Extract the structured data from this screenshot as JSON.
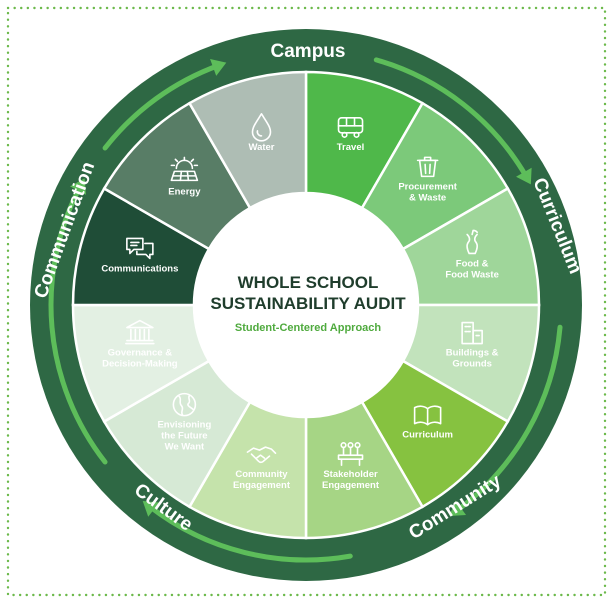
{
  "center": {
    "title_line1": "WHOLE SCHOOL",
    "title_line2": "SUSTAINABILITY AUDIT",
    "subtitle": "Student-Centered Approach"
  },
  "outer_ring": {
    "campus": "Campus",
    "curriculum": "Curriculum",
    "community": "Community",
    "culture": "Culture",
    "communication": "Communication"
  },
  "segments": [
    {
      "label": [
        "Travel"
      ],
      "icon": "bus-icon",
      "color": "#4fb84a"
    },
    {
      "label": [
        "Procurement",
        "& Waste"
      ],
      "icon": "trash-icon",
      "color": "#7cc97a"
    },
    {
      "label": [
        "Food &",
        "Food Waste"
      ],
      "icon": "apple-core-icon",
      "color": "#9fd69a"
    },
    {
      "label": [
        "Buildings &",
        "Grounds"
      ],
      "icon": "buildings-icon",
      "color": "#c2e3bc"
    },
    {
      "label": [
        "Curriculum"
      ],
      "icon": "book-icon",
      "color": "#86c240"
    },
    {
      "label": [
        "Stakeholder",
        "Engagement"
      ],
      "icon": "people-table-icon",
      "color": "#a6d585"
    },
    {
      "label": [
        "Community",
        "Engagement"
      ],
      "icon": "handshake-icon",
      "color": "#c5e3ab"
    },
    {
      "label": [
        "Envisioning",
        "the Future",
        "We Want"
      ],
      "icon": "globe-icon",
      "color": "#d6e9d5"
    },
    {
      "label": [
        "Governance &",
        "Decision-Making"
      ],
      "icon": "institution-icon",
      "color": "#e3f0e3"
    },
    {
      "label": [
        "Communications"
      ],
      "icon": "chat-icon",
      "color": "#1f4d37"
    },
    {
      "label": [
        "Energy"
      ],
      "icon": "solar-panel-icon",
      "color": "#587d66"
    },
    {
      "label": [
        "Water"
      ],
      "icon": "water-drop-icon",
      "color": "#aebdb4"
    }
  ],
  "colors": {
    "outer_ring": "#2e6844",
    "arrows": "#5dbd5a",
    "center_title": "#1f3d2c",
    "center_subtitle": "#4faa3e",
    "border_dots": "#6cb94b"
  }
}
